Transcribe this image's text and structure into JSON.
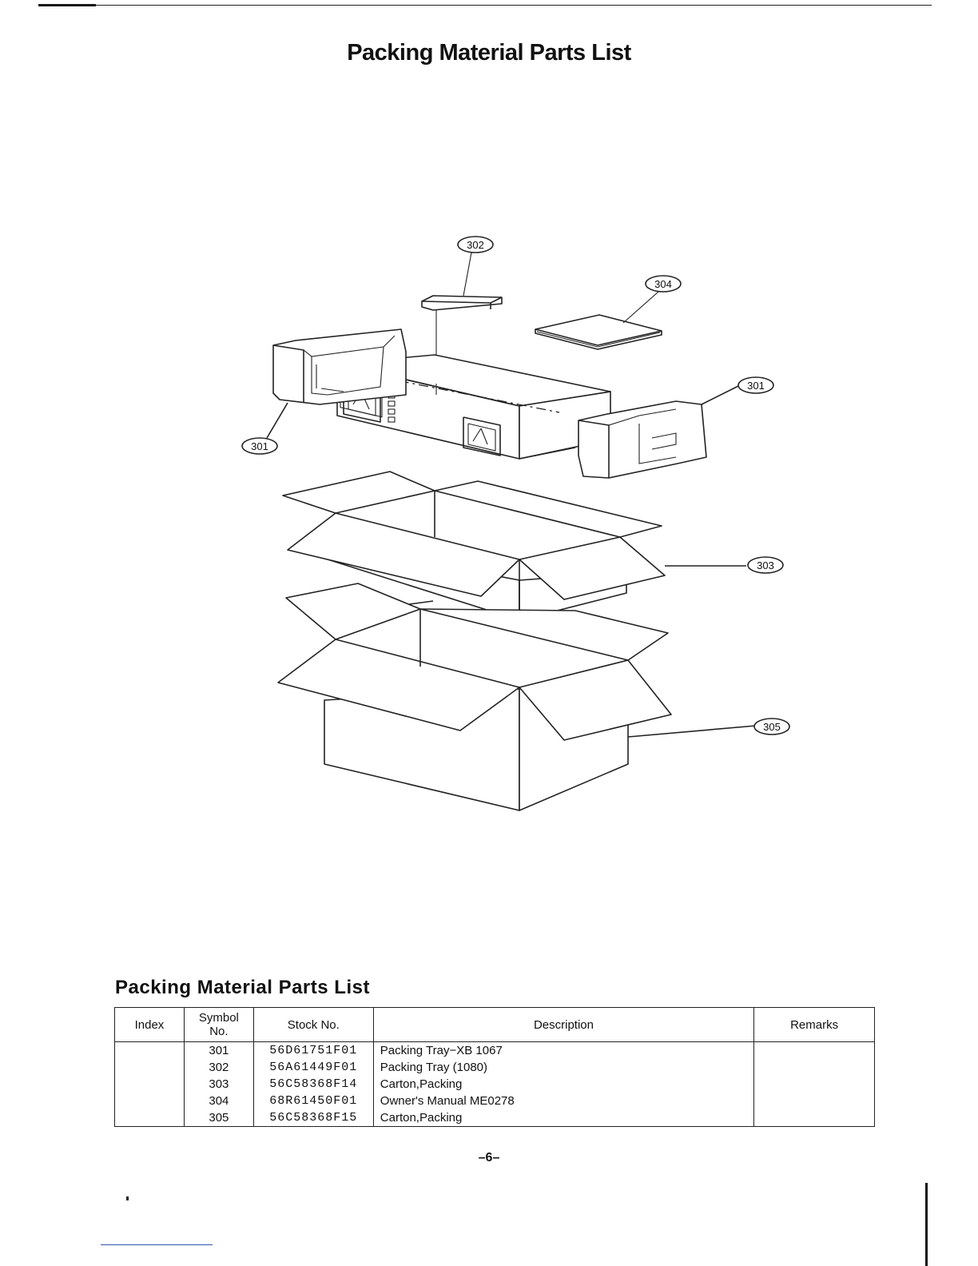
{
  "page": {
    "title": "Packing Material Parts List",
    "page_number": "–6–"
  },
  "diagram": {
    "callouts": [
      "302",
      "304",
      "301",
      "301",
      "303",
      "305"
    ]
  },
  "parts_list": {
    "title": "Packing Material Parts List",
    "headers": {
      "index": "Index",
      "symbol_line1": "Symbol",
      "symbol_line2": "No.",
      "stock": "Stock No.",
      "description": "Description",
      "remarks": "Remarks"
    },
    "rows": [
      {
        "index": "",
        "symbol": "301",
        "stock": "56D61751F01",
        "description": "Packing Tray−XB 1067",
        "remarks": ""
      },
      {
        "index": "",
        "symbol": "302",
        "stock": "56A61449F01",
        "description": "Packing Tray (1080)",
        "remarks": ""
      },
      {
        "index": "",
        "symbol": "303",
        "stock": "56C58368F14",
        "description": "Carton,Packing",
        "remarks": ""
      },
      {
        "index": "",
        "symbol": "304",
        "stock": "68R61450F01",
        "description": "Owner's Manual ME0278",
        "remarks": ""
      },
      {
        "index": "",
        "symbol": "305",
        "stock": "56C58368F15",
        "description": "Carton,Packing",
        "remarks": ""
      }
    ]
  }
}
